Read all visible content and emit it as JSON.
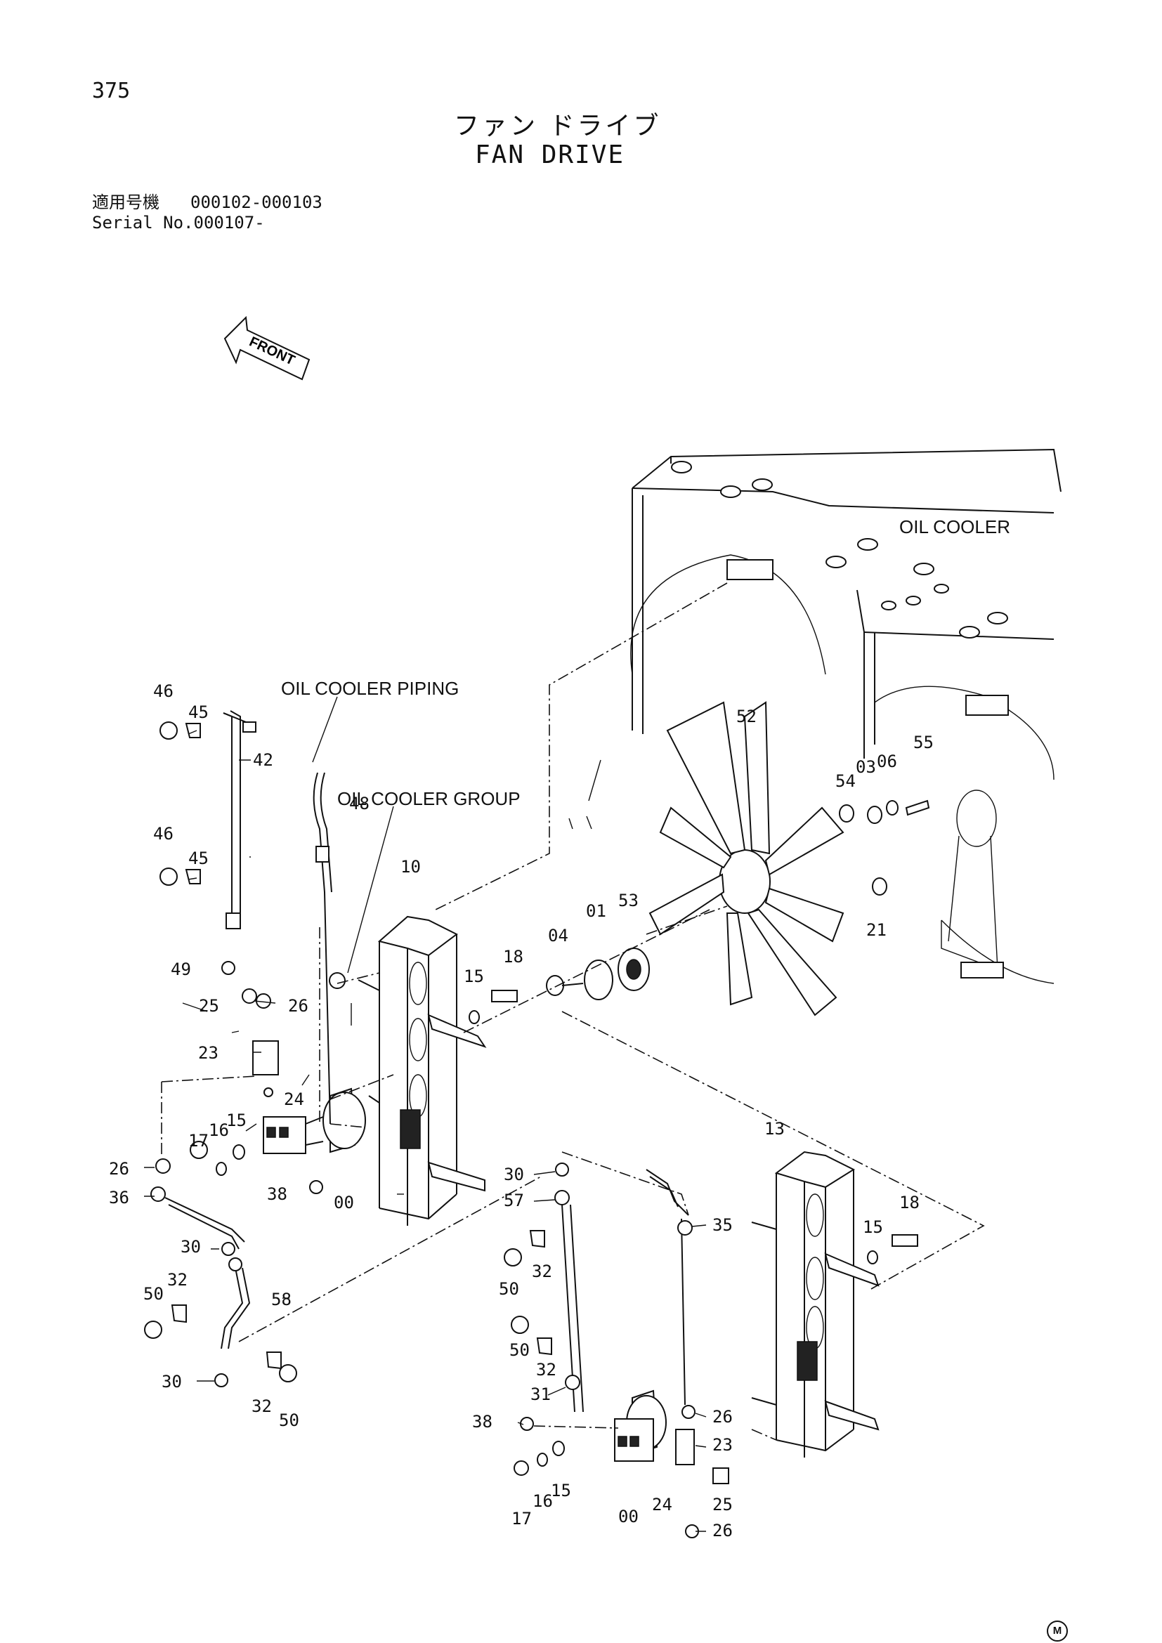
{
  "page_number": "375",
  "title_jp": "ファン ドライブ",
  "title_en": "FAN DRIVE",
  "serial": [
    {
      "label": "適用号機",
      "value": "000102-000103"
    },
    {
      "label": "Serial No.",
      "value": "000107-"
    }
  ],
  "front_arrow": "FRONT",
  "callouts": {
    "oil_cooler": "OIL COOLER",
    "oil_cooler_piping": "OIL COOLER PIPING",
    "oil_cooler_group": "OIL COOLER GROUP"
  },
  "part_numbers": [
    "46",
    "45",
    "42",
    "46",
    "45",
    "49",
    "25",
    "26",
    "23",
    "24",
    "26",
    "17",
    "16",
    "15",
    "36",
    "38",
    "00",
    "30",
    "32",
    "50",
    "58",
    "30",
    "32",
    "50",
    "48",
    "10",
    "15",
    "18",
    "04",
    "01",
    "53",
    "52",
    "54",
    "03",
    "06",
    "55",
    "21",
    "13",
    "18",
    "15",
    "30",
    "57",
    "35",
    "32",
    "50",
    "50",
    "32",
    "31",
    "38",
    "26",
    "23",
    "25",
    "17",
    "16",
    "15",
    "00",
    "24",
    "26"
  ],
  "corner_mark": "M"
}
